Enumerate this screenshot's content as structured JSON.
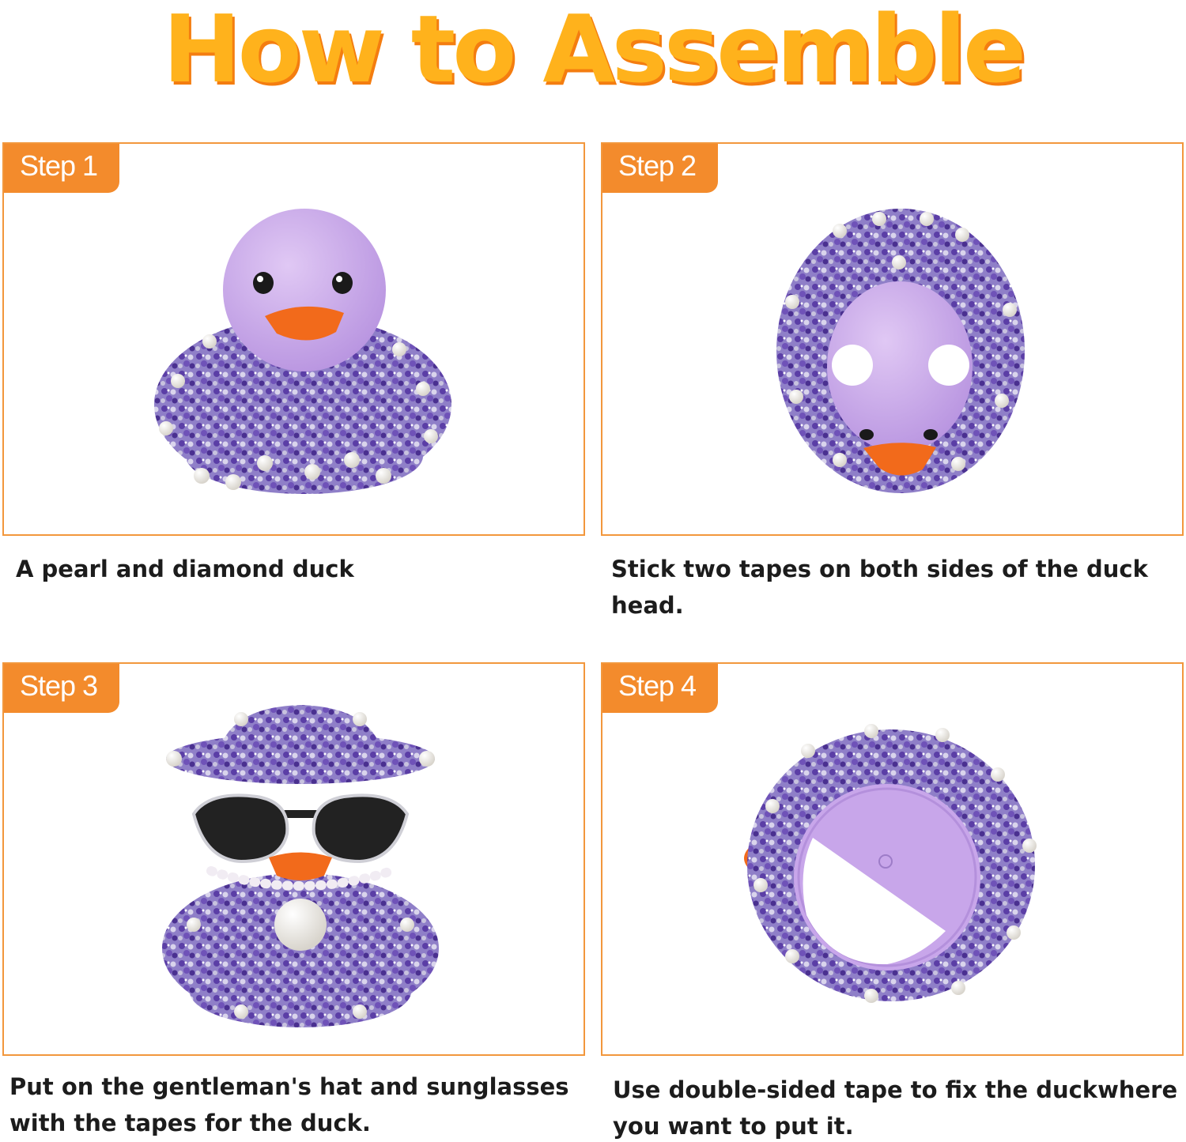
{
  "title": "How to Assemble",
  "steps": [
    {
      "label": "Step 1",
      "caption": "A pearl and diamond duck"
    },
    {
      "label": "Step 2",
      "caption": "Stick two tapes on both sides of the duck head."
    },
    {
      "label": "Step 3",
      "caption": "Put on the gentleman's hat and sunglasses with the tapes for the duck."
    },
    {
      "label": "Step 4",
      "caption": "Use double-sided tape to fix the duckwhere you want to put it."
    }
  ],
  "colors": {
    "title_fill": "#ffb21c",
    "title_shadow": "#f47d10",
    "tag_bg": "#f38b2c",
    "panel_border": "#f2973c",
    "duck_purple": "#c9a8ea",
    "rhinestone": "#6a4fb0"
  }
}
